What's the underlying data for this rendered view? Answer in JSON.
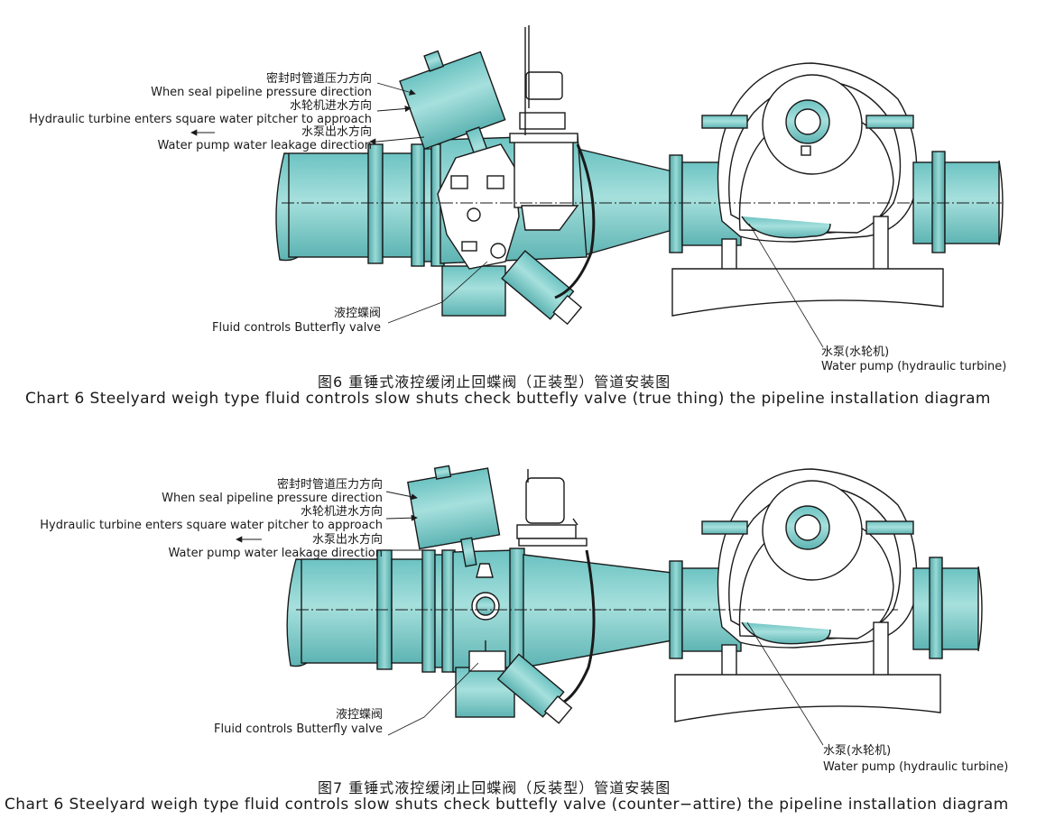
{
  "colors": {
    "pipe_fill": "#8fd5d3",
    "pipe_shade": "#5fb7b6",
    "outline": "#1a1a1a",
    "paper": "#ffffff"
  },
  "diagrams": [
    {
      "labels": {
        "seal_cn": "密封时管道压力方向",
        "seal_en": "When seal pipeline pressure direction",
        "turbine_cn": "水轮机进水方向",
        "turbine_en": "Hydraulic turbine enters square water pitcher to approach",
        "pump_cn": "水泵出水方向",
        "pump_en": "Water pump water leakage direction",
        "valve_cn": "液控蝶阀",
        "valve_en": "Fluid controls Butterfly valve",
        "wpump_cn": "水泵(水轮机)",
        "wpump_en": "Water pump (hydraulic turbine)"
      },
      "caption_cn": "图6  重锤式液控缓闭止回蝶阀（正装型）管道安装图",
      "caption_en": "Chart 6 Steelyard weigh type fluid controls slow shuts check buttefly valve (true thing) the pipeline installation diagram"
    },
    {
      "labels": {
        "seal_cn": "密封时管道压力方向",
        "seal_en": "When seal pipeline pressure direction",
        "turbine_cn": "水轮机进水方向",
        "turbine_en": "Hydraulic turbine enters square water pitcher to approach",
        "pump_cn": "水泵出水方向",
        "pump_en": "Water pump water leakage direction",
        "valve_cn": "液控蝶阀",
        "valve_en": "Fluid controls Butterfly valve",
        "wpump_cn": "水泵(水轮机)",
        "wpump_en": "Water pump (hydraulic turbine)"
      },
      "caption_cn": "图7  重锤式液控缓闭止回蝶阀（反装型）管道安装图",
      "caption_en": "Chart 6 Steelyard weigh type fluid controls slow shuts check buttefly valve (counter−attire) the pipeline installation diagram"
    }
  ]
}
